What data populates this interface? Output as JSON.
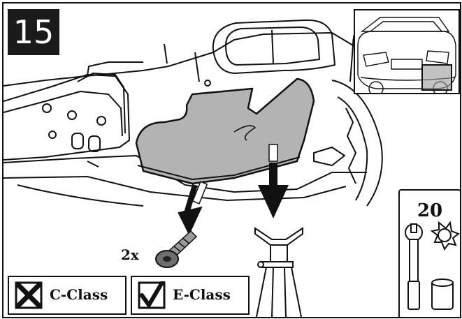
{
  "step_number": "15",
  "quantity_label": "2x",
  "torx_size": "20",
  "class_options": [
    {
      "label": "C-Class",
      "mark": "cross"
    },
    {
      "label": "E-Class",
      "mark": "check"
    }
  ]
}
